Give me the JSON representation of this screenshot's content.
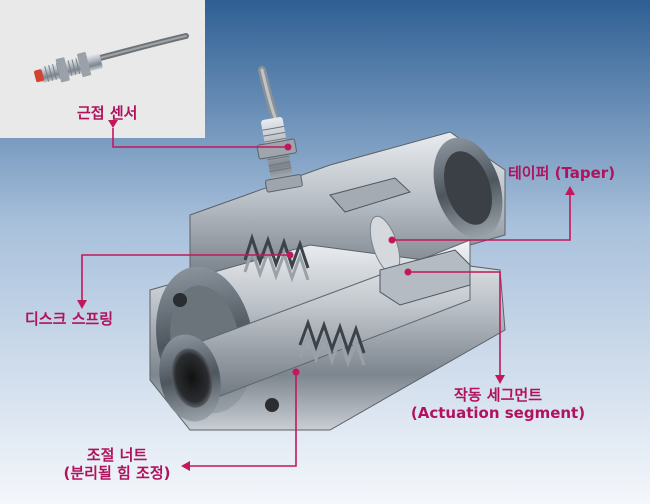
{
  "labels": {
    "proximity_sensor": "근접 센서",
    "taper": "테이퍼 (Taper)",
    "disc_spring": "디스크 스프링",
    "actuation_segment_ko": "작동 세그먼트",
    "actuation_segment_en": "(Actuation segment)",
    "adjust_nut_ko": "조절 너트",
    "adjust_nut_sub": "(분리될 힘 조정)"
  },
  "colors": {
    "label_text": "#b0125e",
    "leader_line": "#c2185b",
    "background_top": "#2e5f93",
    "background_bottom": "#f4f7fb",
    "inset_background": "#e9e9e9",
    "sensor_tip": "#d1442f"
  }
}
